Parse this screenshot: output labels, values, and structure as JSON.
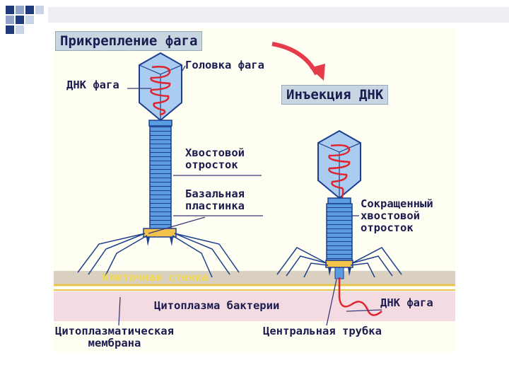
{
  "title_attach": "Прикрепление фага",
  "title_inject": "Инъекция ДНК",
  "labels": {
    "head": "Головка фага",
    "dna_left": "ДНК фага",
    "tail": "Хвостовой\nотросток",
    "baseplate": "Базальная\nпластинка",
    "contracted_tail": "Сокращенный\nхвостовой\nотросток",
    "cell_wall": "Клеточная стенка",
    "cytoplasm": "Цитоплазма бактерии",
    "dna_right": "ДНК фага",
    "membrane": "Цитоплазматическая\nмембрана",
    "central_tube": "Центральная трубка"
  },
  "colors": {
    "phage_blue": "#5b9be0",
    "phage_outline": "#1c3f8f",
    "dna_red": "#e0242f",
    "arrow_red": "#e63b4a",
    "wall_band": "#d9d0bf",
    "cytoplasm": "#f4dbe2",
    "membrane": "#e9c64a",
    "base_plate": "#f2c24b",
    "label_text": "#1b1b50",
    "title_box": "#c8d6e2",
    "wall_text": "#f0d84a"
  }
}
